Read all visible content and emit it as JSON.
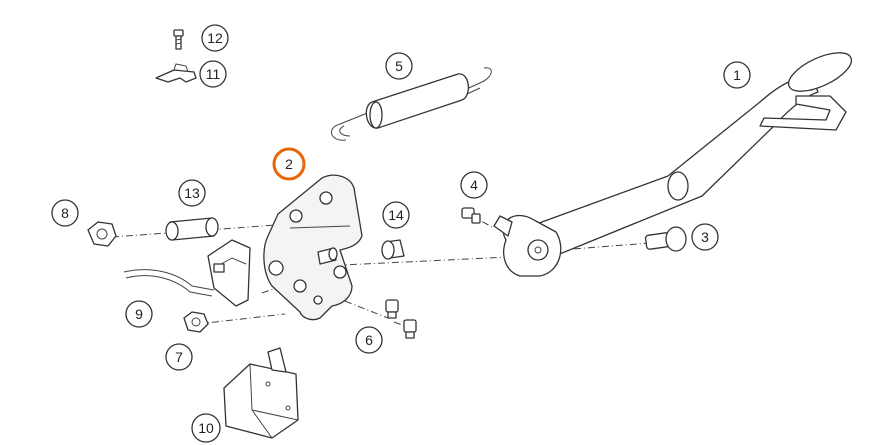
{
  "diagram": {
    "highlight_color": "#E8650A",
    "callouts": [
      {
        "id": "c1",
        "label": "1"
      },
      {
        "id": "c2",
        "label": "2",
        "highlight": true
      },
      {
        "id": "c3",
        "label": "3"
      },
      {
        "id": "c4",
        "label": "4"
      },
      {
        "id": "c5",
        "label": "5"
      },
      {
        "id": "c6",
        "label": "6"
      },
      {
        "id": "c7",
        "label": "7"
      },
      {
        "id": "c8",
        "label": "8"
      },
      {
        "id": "c9",
        "label": "9"
      },
      {
        "id": "c10",
        "label": "10"
      },
      {
        "id": "c11",
        "label": "11"
      },
      {
        "id": "c12",
        "label": "12"
      },
      {
        "id": "c13",
        "label": "13"
      },
      {
        "id": "c14",
        "label": "14"
      }
    ]
  }
}
